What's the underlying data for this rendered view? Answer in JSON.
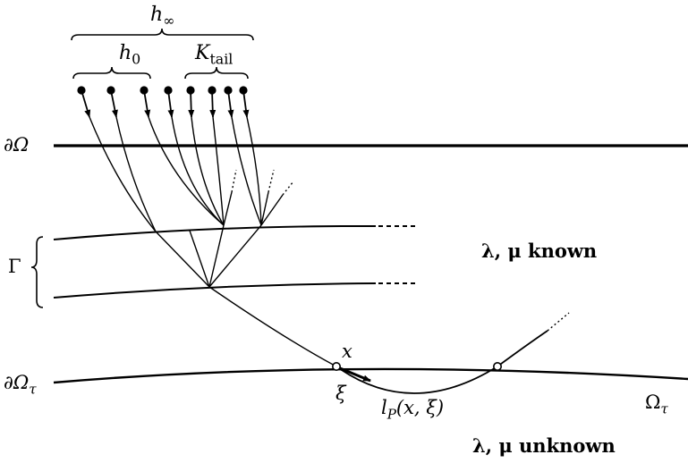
{
  "labels": {
    "h_inf_base": "h",
    "h_inf_sub": "∞",
    "h0_base": "h",
    "h0_sub": "0",
    "ktail_base": "K",
    "ktail_sub": "tail",
    "boundary_top": "∂Ω",
    "gamma": "Γ",
    "boundary_tau_base": "∂Ω",
    "boundary_tau_sub": "τ",
    "known": "λ, μ known",
    "unknown": "λ, μ unknown",
    "x": "x",
    "xi": "ξ",
    "lp": "l",
    "lp_sub": "P",
    "lp_args": "(x, ξ)",
    "omega_tau_base": "Ω",
    "omega_tau_sub": "τ"
  },
  "colors": {
    "ink": "#000000",
    "background": "#ffffff"
  }
}
